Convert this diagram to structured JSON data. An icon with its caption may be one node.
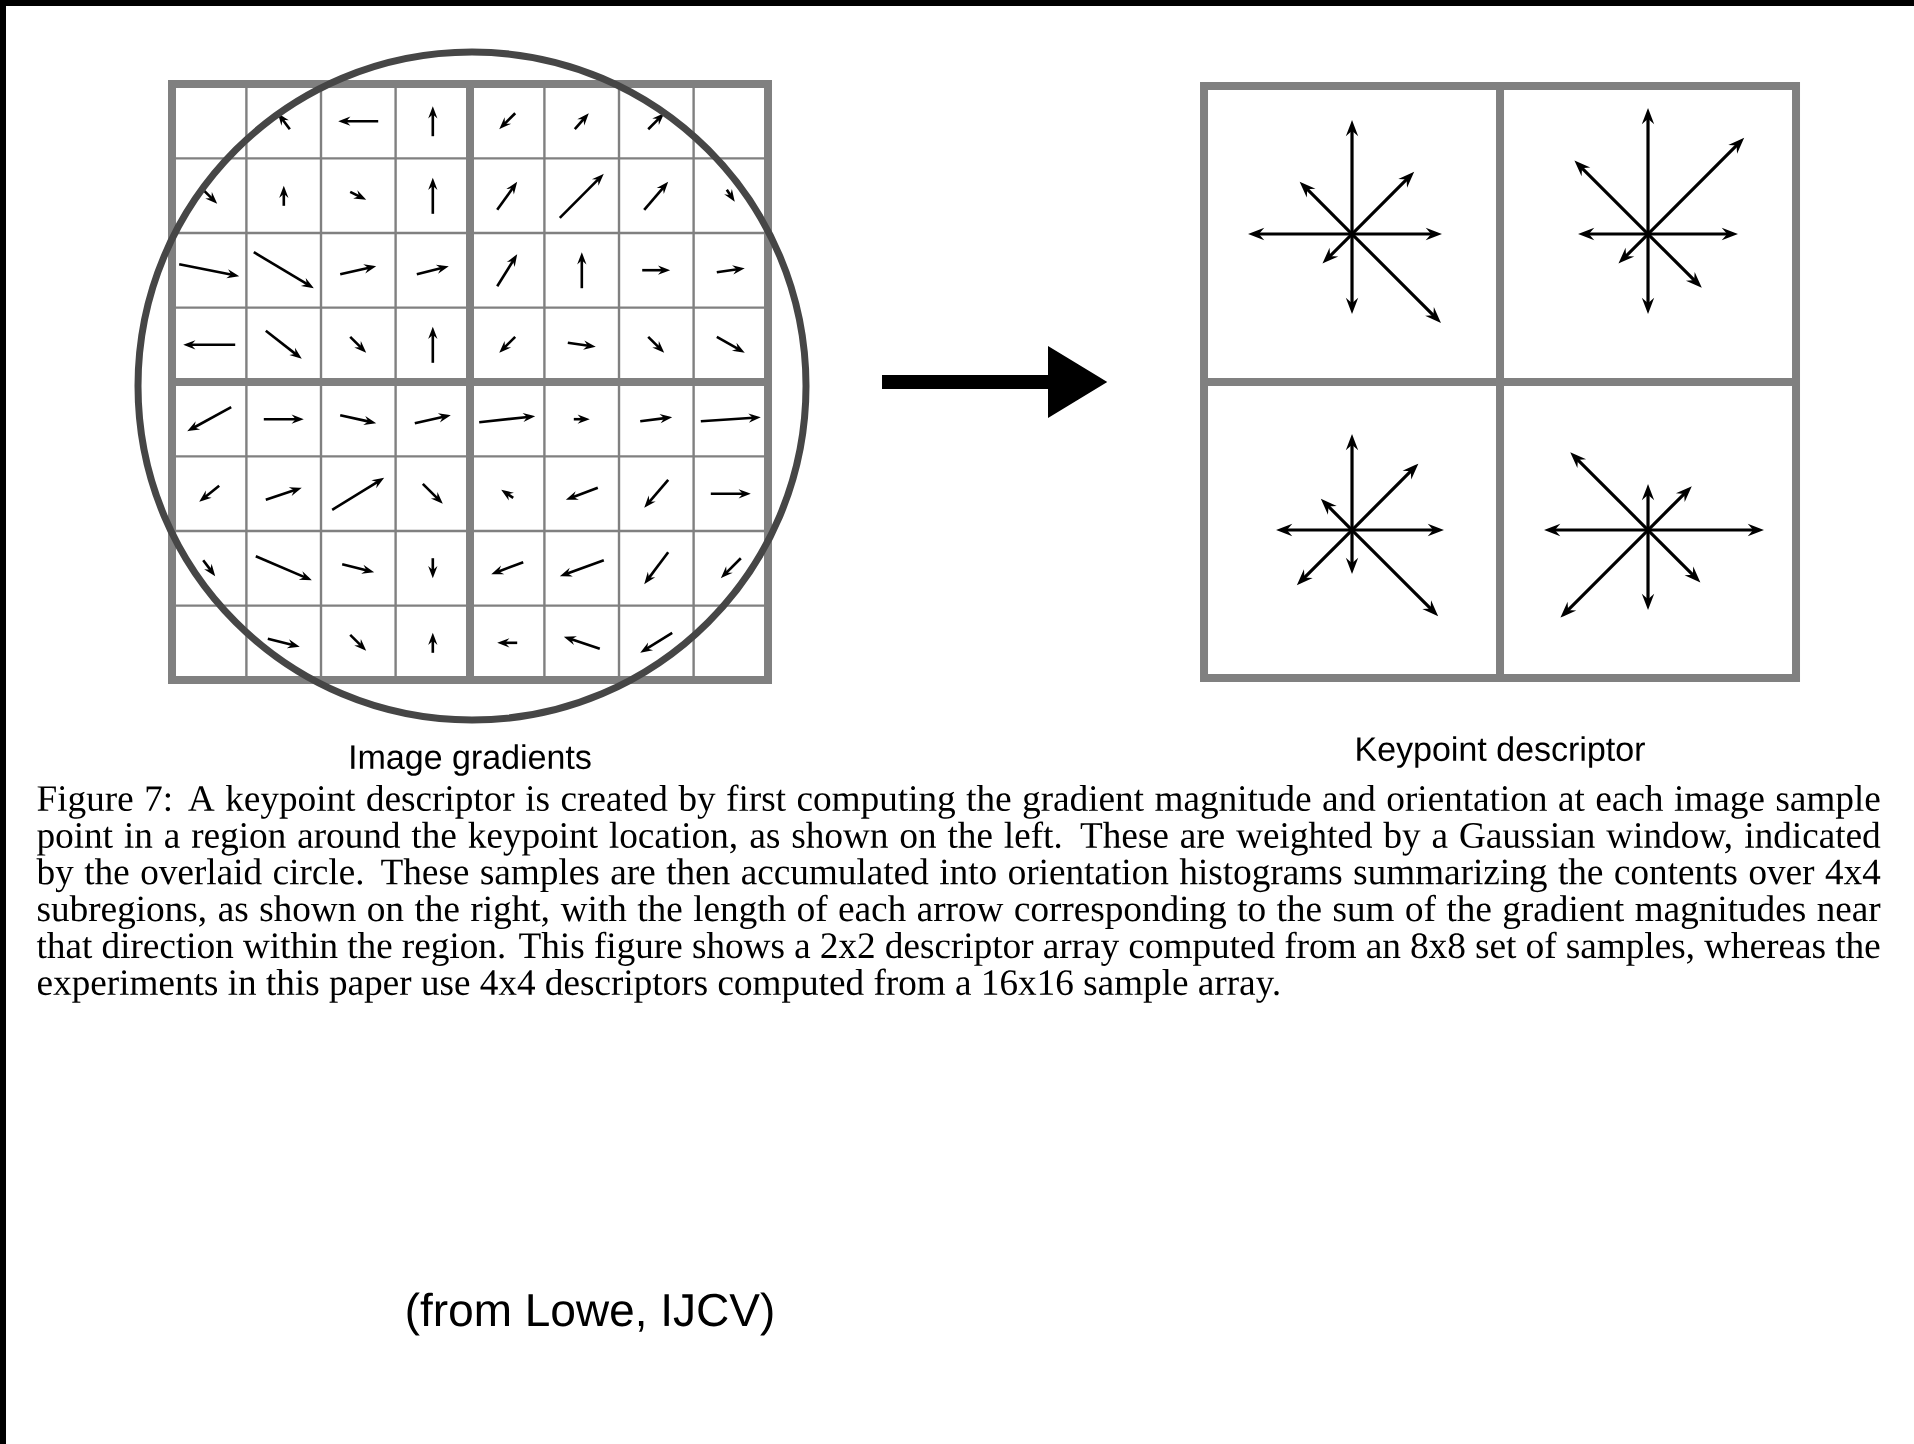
{
  "diagram": {
    "caption": "Figure 7: A keypoint descriptor is created by first computing the gradient magnitude and orientation at each image sample point in a region around the keypoint location, as shown on the left. These are weighted by a Gaussian window, indicated by the overlaid circle. These samples are then accumulated into orientation histograms summarizing the contents over 4x4 subregions, as shown on the right, with the length of each arrow corresponding to the sum of the gradient magnitudes near that direction within the region. This figure shows a 2x2 descriptor array computed from an 8x8 set of samples, whereas the experiments in this paper use 4x4 descriptors computed from a 16x16 sample array.",
    "nodes": [
      {
        "text": [
          "Image gradients"
        ]
      },
      {
        "text": [
          "Keypoint descriptor"
        ]
      }
    ],
    "edges": [
      {
        "from": 0,
        "to": 1,
        "arrow": "to"
      }
    ],
    "labels": [
      "(from Lowe, IJCV)"
    ]
  }
}
